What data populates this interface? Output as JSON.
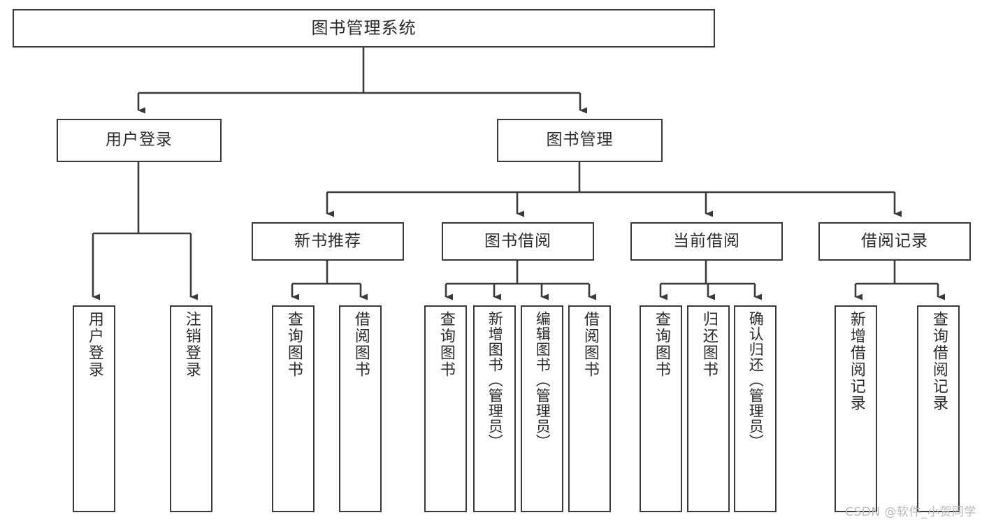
{
  "diagram": {
    "type": "tree",
    "title": "图书管理系统",
    "orientation": "top-down",
    "colors": {
      "box_border": "#3a3a3a",
      "box_fill": "#ffffff",
      "connector": "#3a3a3a",
      "text": "#2b2b2b",
      "watermark": "#b9b9b9"
    },
    "watermark": "CSDN @软件_小贺同学"
  },
  "root": {
    "label": "图书管理系统"
  },
  "level2": [
    {
      "id": "user-login",
      "label": "用户登录"
    },
    {
      "id": "book-manage",
      "label": "图书管理"
    }
  ],
  "level3": [
    {
      "id": "new-book-recommend",
      "label": "新书推荐"
    },
    {
      "id": "book-borrow",
      "label": "图书借阅"
    },
    {
      "id": "current-borrow",
      "label": "当前借阅"
    },
    {
      "id": "borrow-record",
      "label": "借阅记录"
    }
  ],
  "leaves": {
    "user_login": [
      {
        "id": "leaf-user-login",
        "label": "用户登录"
      },
      {
        "id": "leaf-user-logout",
        "label": "注销登录"
      }
    ],
    "new_book_recommend": [
      {
        "id": "leaf-query-book-1",
        "label": "查询图书"
      },
      {
        "id": "leaf-borrow-book-1",
        "label": "借阅图书"
      }
    ],
    "book_borrow": [
      {
        "id": "leaf-query-book-2",
        "label": "查询图书"
      },
      {
        "id": "leaf-add-book",
        "label": "新增图书（管理员）"
      },
      {
        "id": "leaf-edit-book",
        "label": "编辑图书（管理员）"
      },
      {
        "id": "leaf-borrow-book-2",
        "label": "借阅图书"
      }
    ],
    "current_borrow": [
      {
        "id": "leaf-query-book-3",
        "label": "查询图书"
      },
      {
        "id": "leaf-return-book",
        "label": "归还图书"
      },
      {
        "id": "leaf-confirm-return",
        "label": "确认归还（管理员）"
      }
    ],
    "borrow_record": [
      {
        "id": "leaf-add-record",
        "label": "新增借阅记录"
      },
      {
        "id": "leaf-query-record",
        "label": "查询借阅记录"
      }
    ]
  }
}
